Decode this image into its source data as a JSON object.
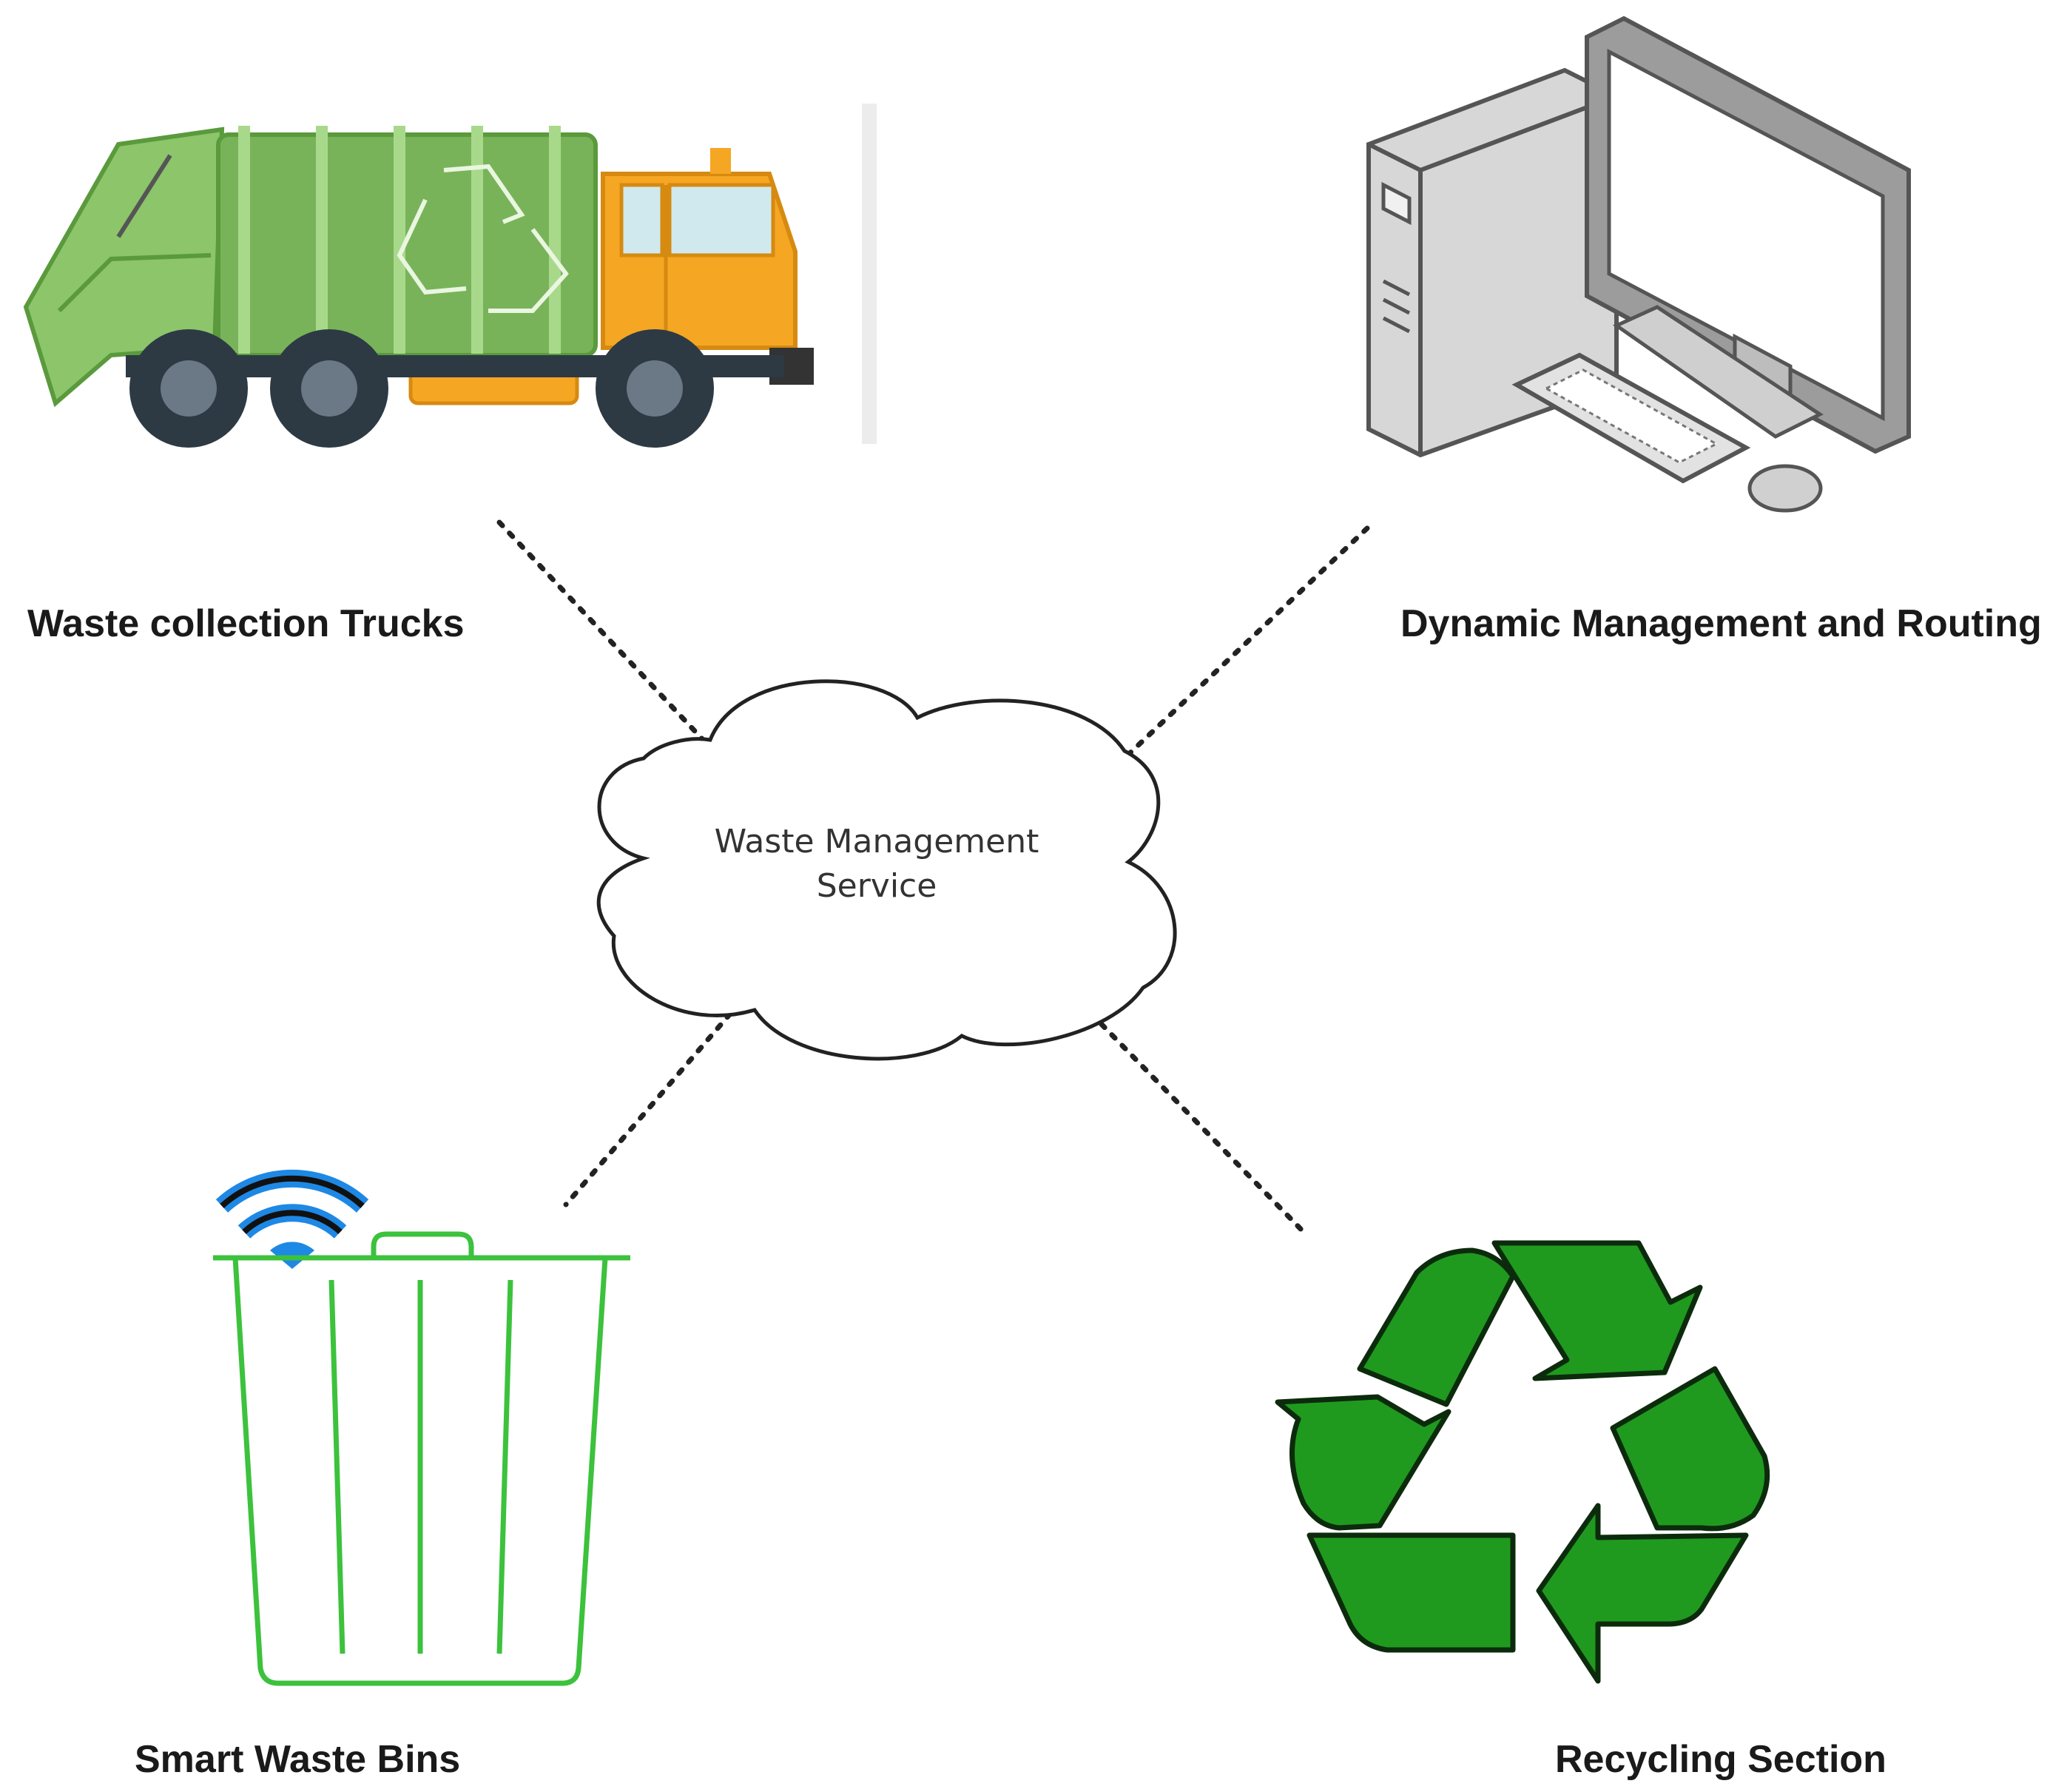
{
  "center": {
    "line1": "Waste Management",
    "line2": "Service"
  },
  "nodes": {
    "trucks": {
      "label": "Waste collection Trucks",
      "icon": "garbage-truck-icon"
    },
    "management": {
      "label": "Dynamic Management and Routing",
      "icon": "desktop-computer-icon"
    },
    "bins": {
      "label": "Smart Waste Bins",
      "icon": "smart-bin-icon"
    },
    "recycling": {
      "label": "Recycling Section",
      "icon": "recycle-icon"
    }
  },
  "colors": {
    "truck_body": "#6aa84f",
    "truck_cab": "#f5a623",
    "bin_green": "#3cc23c",
    "wifi_blue": "#1e88e5",
    "recycle_green": "#1f9a1f",
    "computer_gray": "#b8b8b8"
  }
}
